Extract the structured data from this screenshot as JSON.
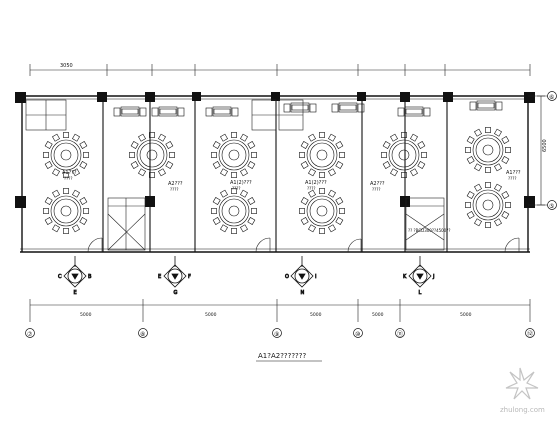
{
  "drawing": {
    "title": "A1?A2???????",
    "rooms": [
      {
        "label": "A1???",
        "sub": "????"
      },
      {
        "label": "A2???",
        "sub": "????"
      },
      {
        "label": "A1(2)???",
        "sub": "????"
      },
      {
        "label": "A1(2)???",
        "sub": "????"
      },
      {
        "label": "A2???",
        "sub": "????"
      },
      {
        "label": "A1???",
        "sub": "????"
      }
    ],
    "stair_note": "??\n?BCD300??4500??",
    "grid_axes_bottom": [
      "⑦",
      "⑧",
      "⑨",
      "⑩",
      "⑪",
      "⑫"
    ],
    "grid_axes_right": [
      "⑥",
      "⑤"
    ],
    "dim_left_top": "3050",
    "dim_right": "6500",
    "dims_bottom": [
      "5000",
      "5000",
      "5000",
      "5000",
      "5000"
    ],
    "section_markers": [
      {
        "left": "C",
        "right": "B",
        "bottom": "E"
      },
      {
        "left": "E",
        "right": "F",
        "bottom": "G"
      },
      {
        "left": "O",
        "right": "I",
        "bottom": "N"
      },
      {
        "left": "K",
        "right": "J",
        "bottom": "L"
      }
    ],
    "watermark": {
      "text": "zhulong.com"
    }
  }
}
